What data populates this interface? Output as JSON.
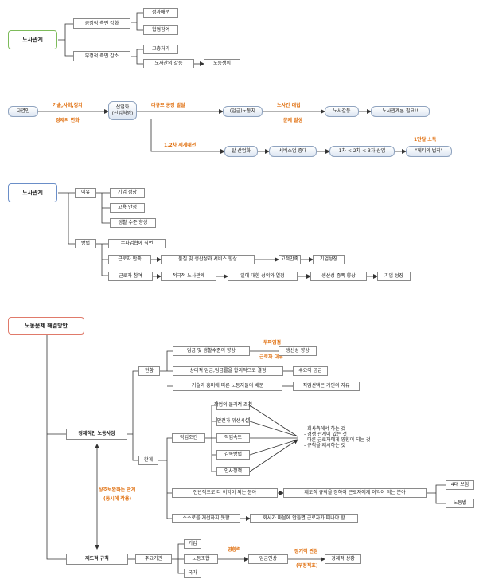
{
  "s1": {
    "title": "노사관계",
    "pos": "긍정적 측면 강화",
    "neg": "부정적 측면 감소",
    "pos_a": "성과배분",
    "pos_b": "협업참여",
    "neg_a": "고충처리",
    "neg_b": "노사간의 갈등",
    "neg_c": "노동쟁의"
  },
  "s2": {
    "nature": "자연인",
    "tech_label": "기술,사회,정치",
    "econ_label": "경제의 변화",
    "industrial": "산업화",
    "industrial_sub": "(산업혁명)",
    "mass_label": "대규모 공장 발달",
    "worker": "(임금)노동자",
    "issue_label_a": "노사간 대립",
    "issue_label_b": "문제 발생",
    "conflict": "노사갈등",
    "need": "노사관계론 필요!!",
    "wars_label": "1,2차 세계대전",
    "post_ind": "탈 산업화",
    "service": "서비스업 증대",
    "sectors": "1차 < 2차 < 3차 산업",
    "income_label": "1만달 소득",
    "petty": "\"페티의 법칙\""
  },
  "s3": {
    "title": "노사관계",
    "reason": "이유",
    "r1": "기업 성장",
    "r2": "고용 안정",
    "r3": "생활 수준 향상",
    "method": "방법",
    "m1": "무파업협에 직면",
    "m2": "근로자 만족",
    "m2a": "품질 및 생산성과 서비스 향상",
    "m2b": "고객만족",
    "m2c": "기업성장",
    "m3": "근로자 참여",
    "m3a": "적극적 노사관계",
    "m3b": "일에 대한 성의와 열정",
    "m3c": "생산성 증폭 향상",
    "m3d": "기업 성장"
  },
  "s4": {
    "title": "노동문제 해결방안",
    "econ": "경제적인 노동사정",
    "rules": "제도적 규칙",
    "mutual_a": "상호보완하는 관계",
    "mutual_b": "(동시에 작용)",
    "status": "현황",
    "st1": "임금 및 생활수준의 향상",
    "st1_label_a": "무파업점",
    "st1_label_b": "근로자 대우",
    "st1_right": "생산성 향상",
    "st2": "상대적 임금,임금률을 합리적으로 결정",
    "st2_right": "수요와 공급",
    "st3": "기술과 흥미에 따른 노동자들의 배분",
    "st3_right": "직업선택은 개인의 자유",
    "limit": "한계",
    "work_cond": "작업조건",
    "wc1": "작업의 물리적 조건",
    "wc2": "안전과 위생시설",
    "wc3": "작업속도",
    "wc4": "감독방법",
    "wc5": "인사정책",
    "notes": [
      "- 회사측에서 하는 것",
      "- 경쟁 관계이 있는 것",
      "- 다른 근로자에게 영향이 되는 것",
      "- 규칙을 제시하는 것"
    ],
    "lim2": "전반적으로 더 이익이 되는 분야",
    "lim2_right": "제도적 규칙을 정하여 근로자에게 이익이 되는 분야",
    "lim2_r1": "4대 보험",
    "lim2_r2": "노동법",
    "lim3": "스스로를 개선하지 못함",
    "lim3_right": "회사가 마음에 안들면 근로자가 떠나야 함",
    "main_org": "주요기관",
    "org1": "기업",
    "org2": "노동조합",
    "org3": "국가",
    "influence_label": "영향력",
    "wage_up": "임금인상",
    "long_label_a": "장기적 관점",
    "long_label_b": "(부정적효)",
    "econ_status": "경제적 상황"
  }
}
